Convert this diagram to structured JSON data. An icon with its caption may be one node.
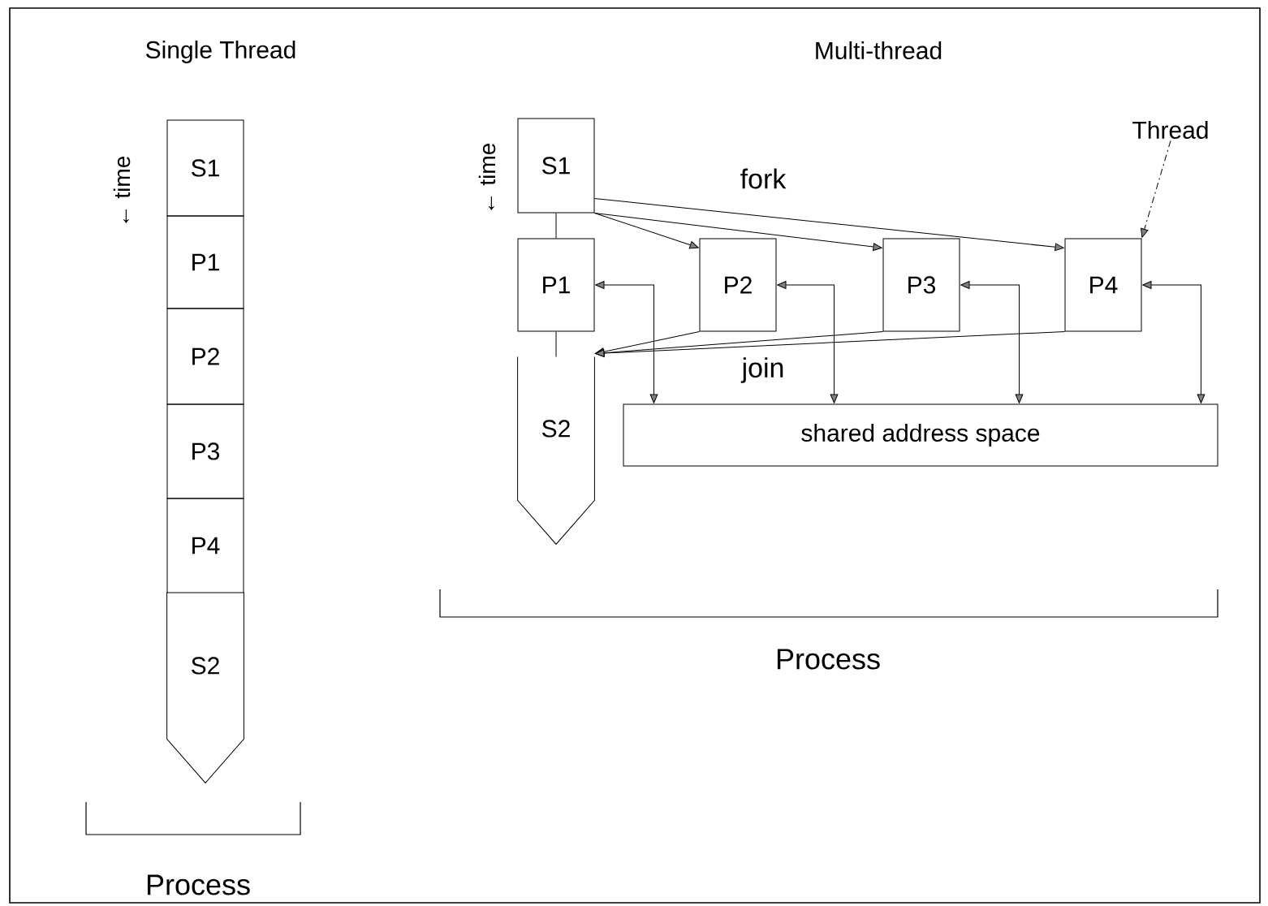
{
  "diagram": {
    "nodes": [
      {
        "text": [
          "S1"
        ]
      },
      {
        "text": [
          "P1"
        ]
      },
      {
        "text": [
          "P2"
        ]
      },
      {
        "text": [
          "P3"
        ]
      },
      {
        "text": [
          "P4"
        ]
      },
      {
        "text": [
          "S2"
        ]
      },
      {
        "text": [
          "S1"
        ]
      },
      {
        "text": [
          "P1"
        ]
      },
      {
        "text": [
          "P2"
        ]
      },
      {
        "text": [
          "P3"
        ]
      },
      {
        "text": [
          "P4"
        ]
      },
      {
        "text": [
          "S2"
        ]
      },
      {
        "text": [
          "shared address space"
        ]
      },
      {
        "text": [
          "Thread"
        ]
      }
    ],
    "edges": [
      {
        "from": 6,
        "to": 7,
        "arrow": "none"
      },
      {
        "from": 7,
        "to": 11,
        "arrow": "none"
      },
      {
        "from": 6,
        "to": 8,
        "arrow": "to"
      },
      {
        "from": 6,
        "to": 9,
        "arrow": "to"
      },
      {
        "from": 6,
        "to": 10,
        "arrow": "to"
      },
      {
        "from": 8,
        "to": 11,
        "arrow": "to"
      },
      {
        "from": 9,
        "to": 11,
        "arrow": "to"
      },
      {
        "from": 10,
        "to": 11,
        "arrow": "to"
      },
      {
        "from": 7,
        "to": 12,
        "arrow": "both"
      },
      {
        "from": 8,
        "to": 12,
        "arrow": "both"
      },
      {
        "from": 9,
        "to": 12,
        "arrow": "both"
      },
      {
        "from": 10,
        "to": 12,
        "arrow": "both"
      },
      {
        "from": 13,
        "to": 10,
        "arrow": "to",
        "style": "dashed"
      }
    ],
    "labels": [
      "Single Thread",
      "Multi-thread",
      "← time",
      "← time",
      "fork",
      "join",
      "Process",
      "Process"
    ]
  }
}
